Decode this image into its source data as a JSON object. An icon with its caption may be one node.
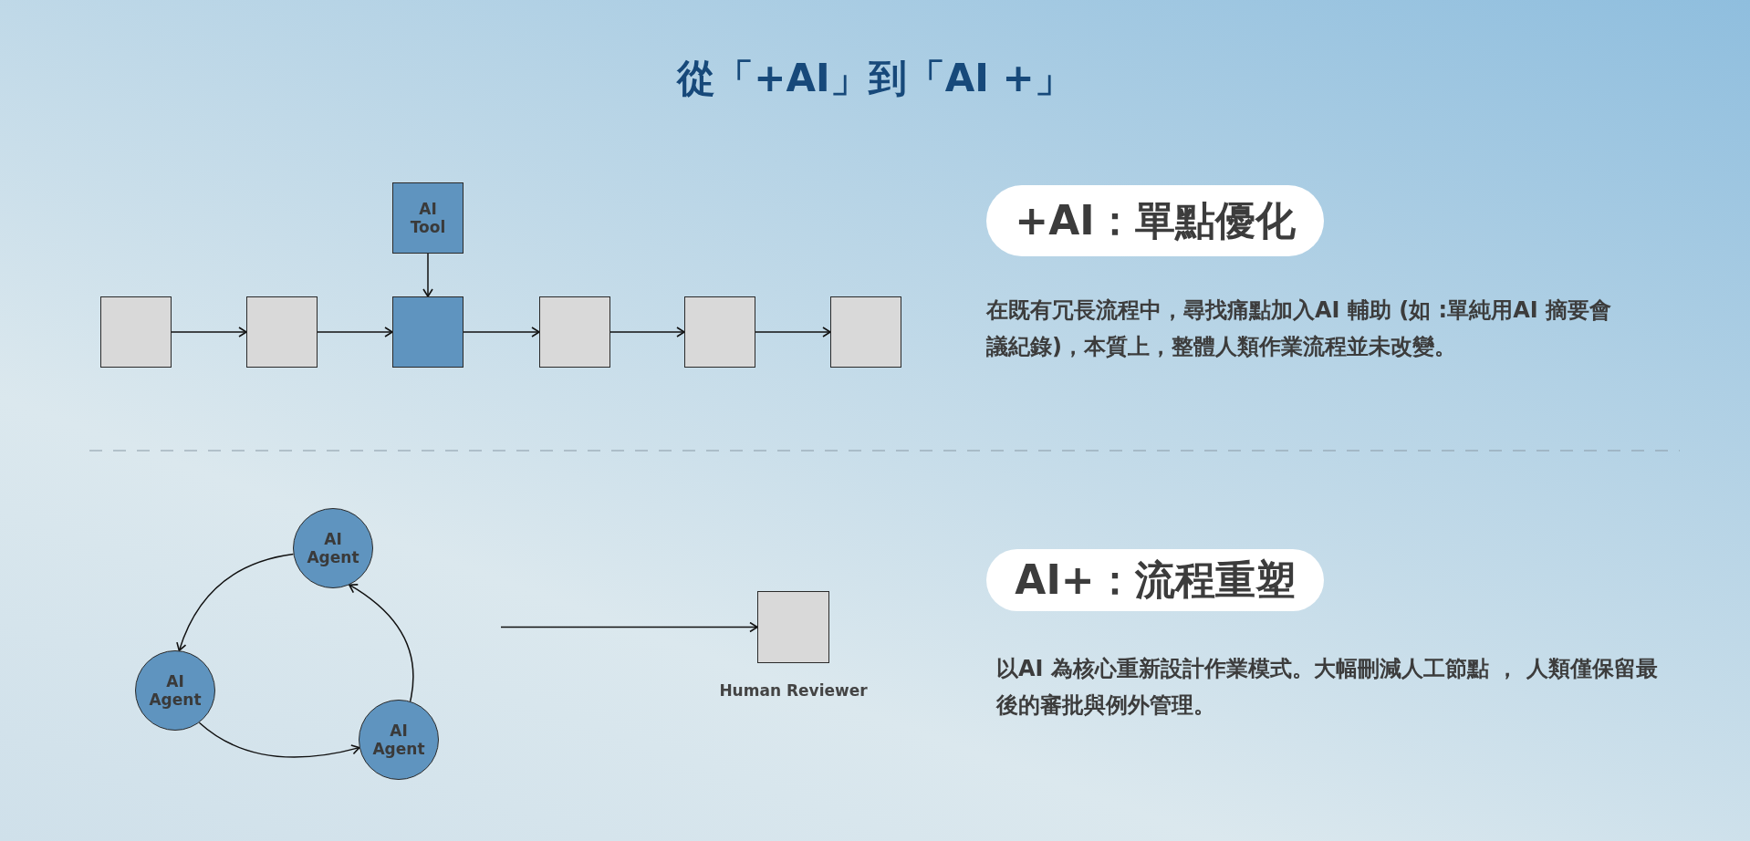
{
  "diagram": {
    "title": "從「+AI」到「AI +」",
    "nodes": [
      {
        "text": [
          "AI Tool"
        ]
      },
      {
        "text": [],
        "shape": "box"
      },
      {
        "text": [],
        "shape": "box"
      },
      {
        "text": [],
        "shape": "box"
      },
      {
        "text": [],
        "shape": "box"
      },
      {
        "text": [],
        "shape": "box"
      },
      {
        "text": [],
        "shape": "box"
      },
      {
        "text": [
          "+AI：單點優化"
        ]
      },
      {
        "text": [
          "AI Agent"
        ]
      },
      {
        "text": [
          "AI Agent"
        ]
      },
      {
        "text": [
          "AI Agent"
        ]
      },
      {
        "text": [],
        "shape": "box",
        "beside": [
          "Human Reviewer"
        ]
      },
      {
        "text": [
          "AI+：流程重塑"
        ]
      }
    ],
    "edges": [
      {
        "from": 0,
        "to": 3,
        "arrow": "to"
      },
      {
        "from": 1,
        "to": 2,
        "arrow": "to"
      },
      {
        "from": 2,
        "to": 3,
        "arrow": "to"
      },
      {
        "from": 3,
        "to": 4,
        "arrow": "to"
      },
      {
        "from": 4,
        "to": 5,
        "arrow": "to"
      },
      {
        "from": 5,
        "to": 6,
        "arrow": "to"
      },
      {
        "from": 8,
        "to": 9,
        "arrow": "to"
      },
      {
        "from": 9,
        "to": 10,
        "arrow": "to"
      },
      {
        "from": 10,
        "to": 8,
        "arrow": "to"
      },
      {
        "from": null,
        "to": 11,
        "arrow": "to"
      }
    ],
    "labels": [
      "在既有冗長流程中，尋找痛點加入AI 輔助 (如 :單純用AI 摘要會議紀錄)，本質上，整體人類作業流程並未改變。",
      "以AI 為核心重新設計作業模式。大幅刪減人工節點 ， 人類僅保留最後的審批與例外管理。"
    ]
  }
}
